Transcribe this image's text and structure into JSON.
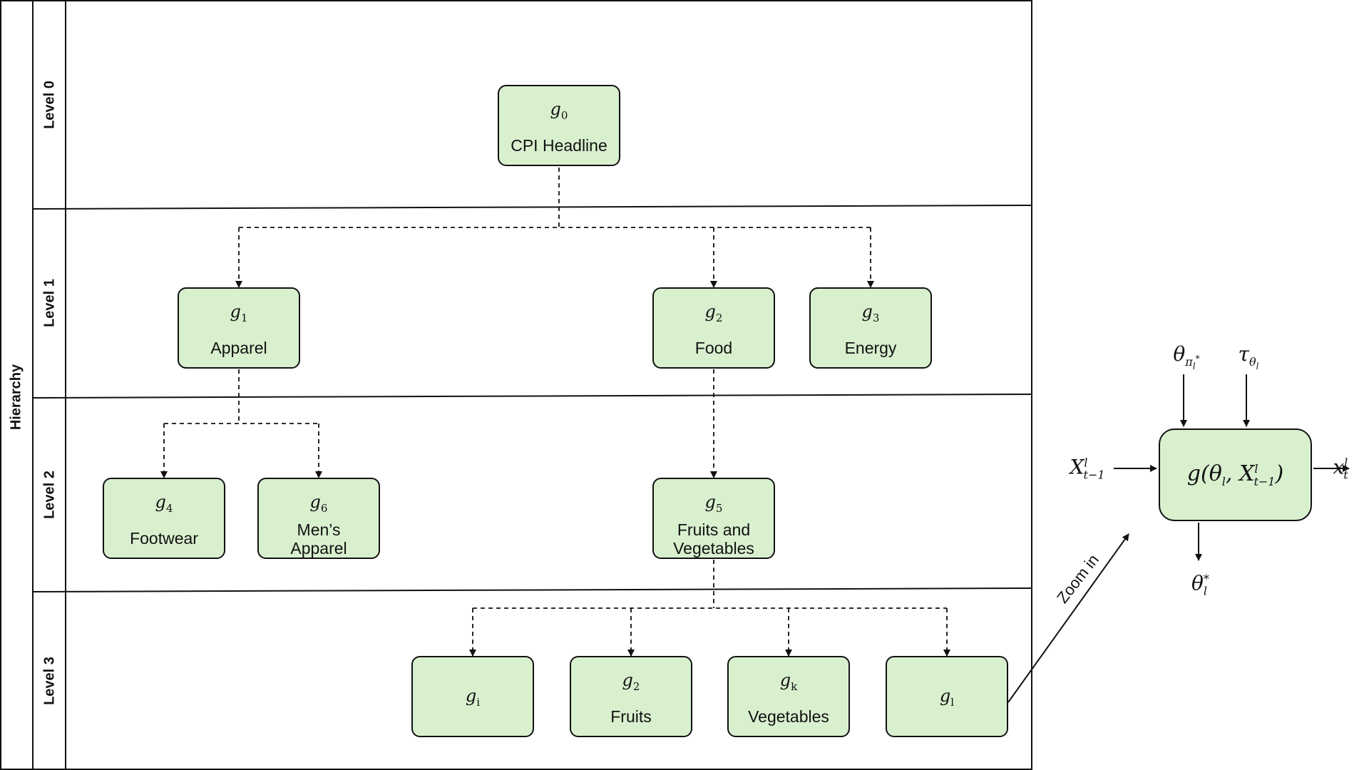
{
  "hierarchy_label": "Hierarchy",
  "levels": [
    "Level 0",
    "Level 1",
    "Level 2",
    "Level 3"
  ],
  "nodes": {
    "g0": {
      "sym": "g",
      "sub": "0",
      "label": "CPI Headline"
    },
    "g1": {
      "sym": "g",
      "sub": "1",
      "label": "Apparel"
    },
    "g2": {
      "sym": "g",
      "sub": "2",
      "label": "Food"
    },
    "g3": {
      "sym": "g",
      "sub": "3",
      "label": "Energy"
    },
    "g4": {
      "sym": "g",
      "sub": "4",
      "label": "Footwear"
    },
    "g6": {
      "sym": "g",
      "sub": "6",
      "label": "Men’s Apparel"
    },
    "g5": {
      "sym": "g",
      "sub": "5",
      "label": "Fruits and Vegetables"
    },
    "gi": {
      "sym": "g",
      "sub": "i",
      "label": ""
    },
    "g2b": {
      "sym": "g",
      "sub": "2",
      "label": "Fruits"
    },
    "gk": {
      "sym": "g",
      "sub": "k",
      "label": "Vegetables"
    },
    "gl": {
      "sym": "g",
      "sub": "l",
      "label": ""
    }
  },
  "zoom_label": "Zoom in",
  "detail": {
    "function_text": "g(θ",
    "function_sub": "l",
    "function_mid": ", X",
    "function_sup2": "l",
    "function_sub2": "t−1",
    "function_end": ")",
    "input_left": "X",
    "input_left_sup": "l",
    "input_left_sub": "t−1",
    "output_right": "x",
    "output_right_sup": "l",
    "output_right_sub": "t",
    "input_top1": "θ",
    "input_top1_sub": "π",
    "input_top1_subsub": "l",
    "input_top1_star": "*",
    "input_top2": "τ",
    "input_top2_sub": "θ",
    "input_top2_subsub": "l",
    "output_bottom": "θ",
    "output_bottom_sub": "l",
    "output_bottom_star": "*"
  },
  "colors": {
    "node_fill": "#d9f0cf",
    "stroke": "#111111"
  }
}
